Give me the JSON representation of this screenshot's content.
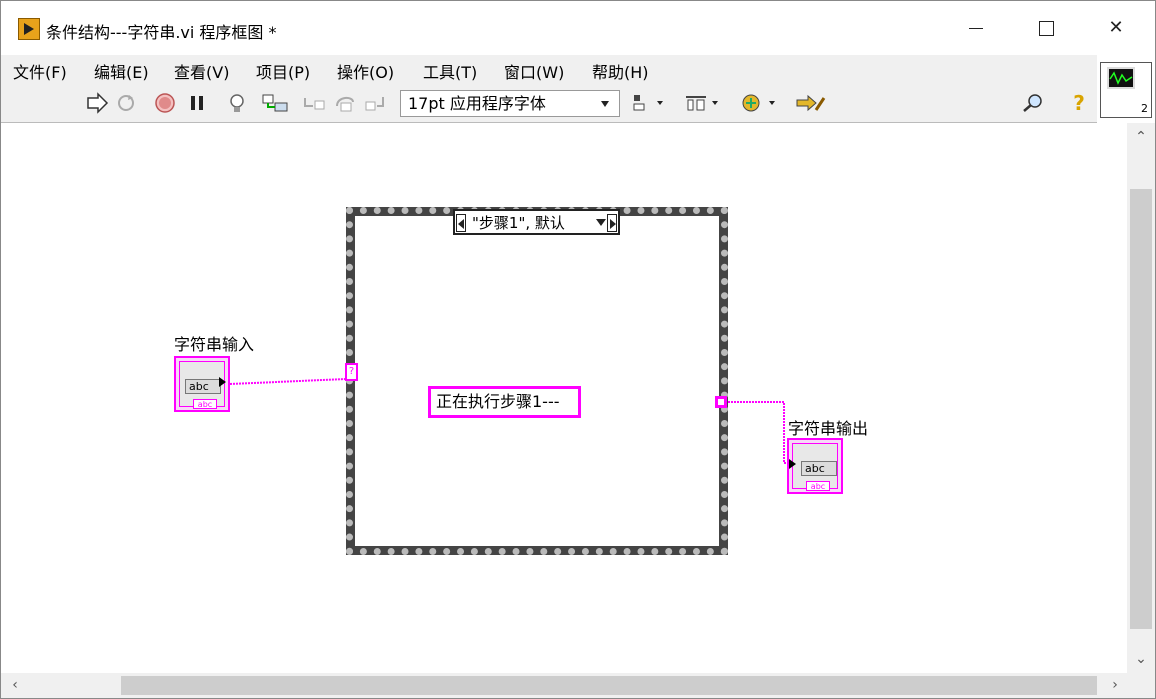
{
  "window": {
    "title": "条件结构---字符串.vi 程序框图 *",
    "close_glyph": "✕"
  },
  "menu": [
    "文件(F)",
    "编辑(E)",
    "查看(V)",
    "项目(P)",
    "操作(O)",
    "工具(T)",
    "窗口(W)",
    "帮助(H)"
  ],
  "toolbar": {
    "font_select": "17pt 应用程序字体",
    "help_glyph": "?"
  },
  "vi_icon": {
    "number": "2"
  },
  "diagram": {
    "case_selector": "\"步骤1\", 默认",
    "selector_terminal": "?",
    "string_constant": "正在执行步骤1---",
    "input_label": "字符串输入",
    "input_field": "abc",
    "input_badge": "abc",
    "output_label": "字符串输出",
    "output_field": "abc",
    "output_badge": "abc",
    "wire_color": "#ff00ff"
  },
  "scrollbars": {
    "up": "⌃",
    "down": "⌄",
    "left": "‹",
    "right": "›"
  }
}
